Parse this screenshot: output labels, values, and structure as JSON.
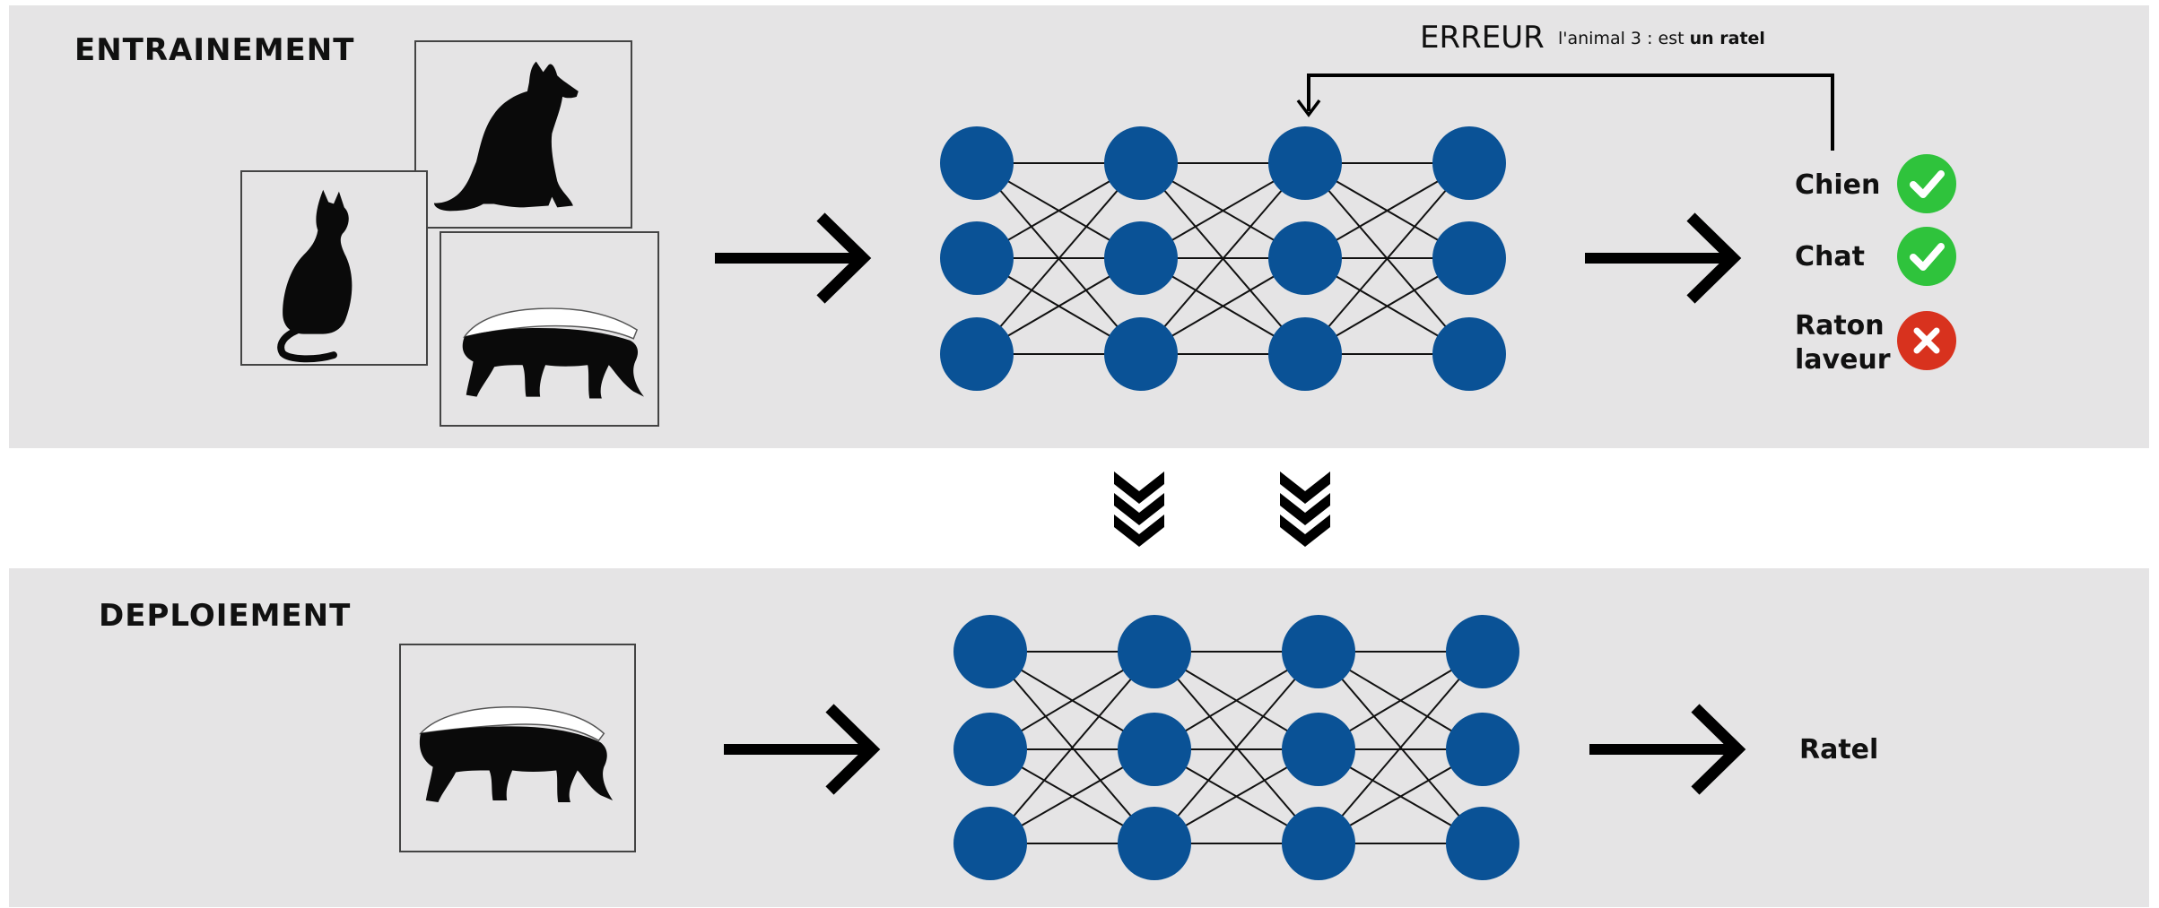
{
  "training": {
    "title": "ENTRAINEMENT",
    "error_title": "ERREUR",
    "error_note_prefix": "l'animal 3 : est ",
    "error_note_bold": "un ratel",
    "outputs": [
      {
        "label": "Chien",
        "status": "correct",
        "icon": "check-icon"
      },
      {
        "label": "Chat",
        "status": "correct",
        "icon": "check-icon"
      },
      {
        "label": "Raton\nlaveur",
        "status": "wrong",
        "icon": "cross-icon"
      }
    ],
    "inputs": [
      "cat-silhouette",
      "dog-silhouette",
      "honey-badger-silhouette"
    ]
  },
  "deployment": {
    "title": "DEPLOIEMENT",
    "output": "Ratel",
    "input": "honey-badger-silhouette"
  },
  "network": {
    "layers": 4,
    "nodes_per_layer": 3
  },
  "colors": {
    "panel": "#e5e4e5",
    "node": "#0a5296",
    "correct": "#2fc33c",
    "wrong": "#d8321e",
    "ink": "#111111"
  }
}
